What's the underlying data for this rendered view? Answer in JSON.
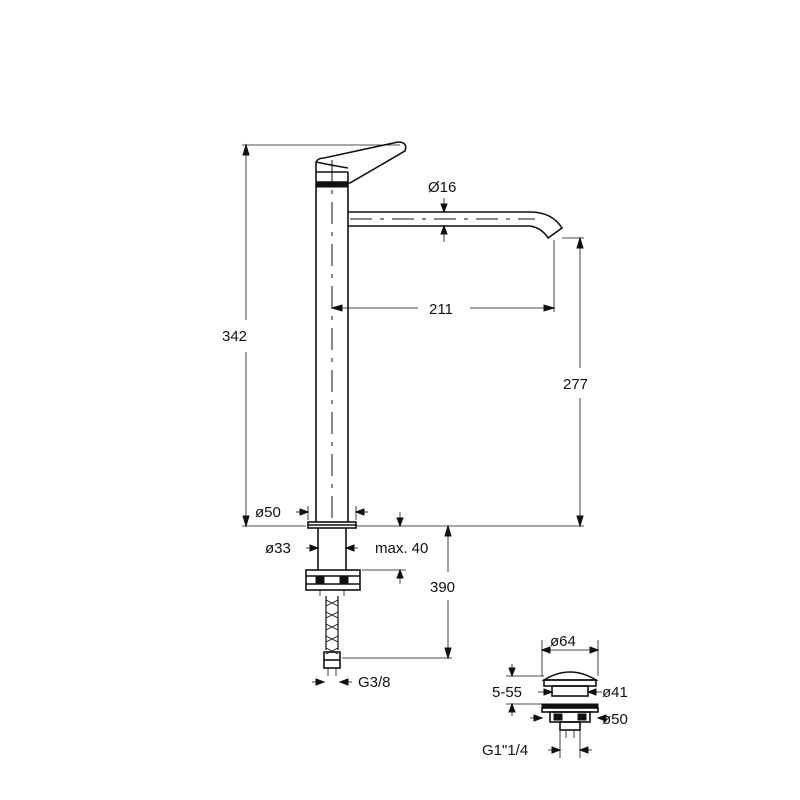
{
  "diagram": {
    "labels": {
      "height_total": "342",
      "spout_diameter": "Ø16",
      "reach": "211",
      "spout_height": "277",
      "base_diameter": "ø50",
      "shank_diameter": "ø33",
      "max_thickness": "max. 40",
      "hose_length": "390",
      "connection": "G3/8",
      "waste_diameter_top": "ø64",
      "waste_range": "5-55",
      "waste_diameter_mid": "ø41",
      "waste_diameter_bottom": "ø50",
      "waste_thread": "G1\"1/4"
    }
  }
}
